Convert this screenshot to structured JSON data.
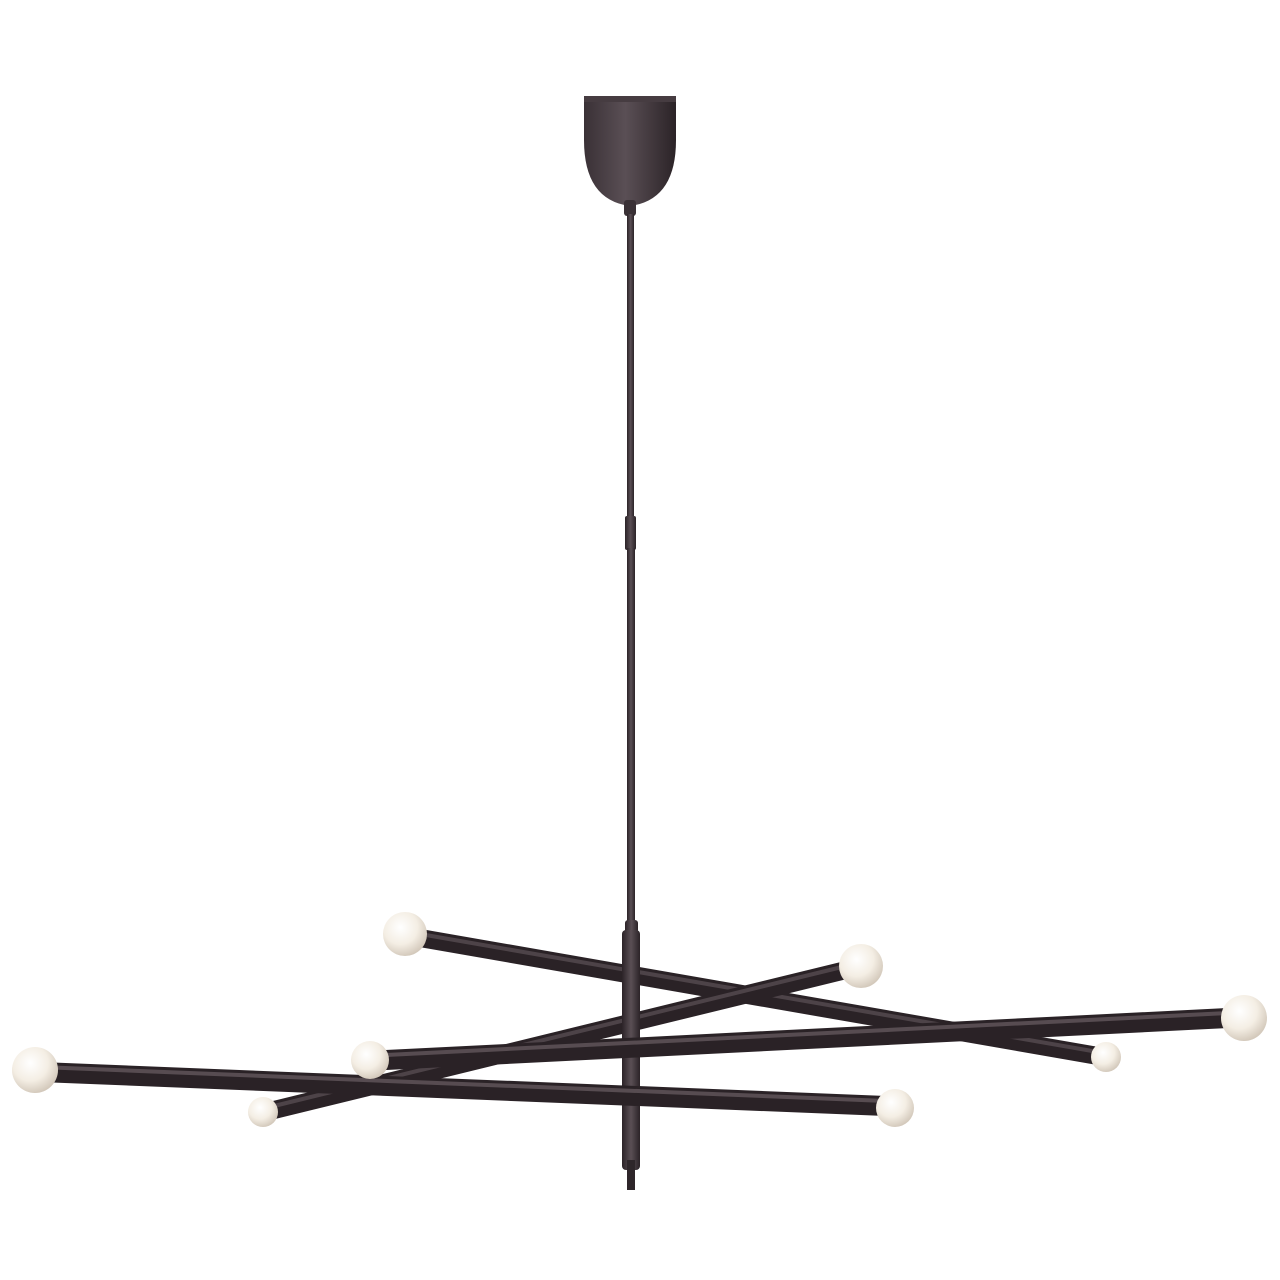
{
  "image": {
    "subject": "pendant-chandelier",
    "colors": {
      "background": "#ffffff",
      "metal_dark": "#2e262a",
      "metal_mid": "#4a3f45",
      "metal_highlight": "#6e6368",
      "bulb_light": "#fbf6ee",
      "bulb_shade": "#d9cfc3"
    },
    "arm_count": 4,
    "bulb_count": 8
  }
}
